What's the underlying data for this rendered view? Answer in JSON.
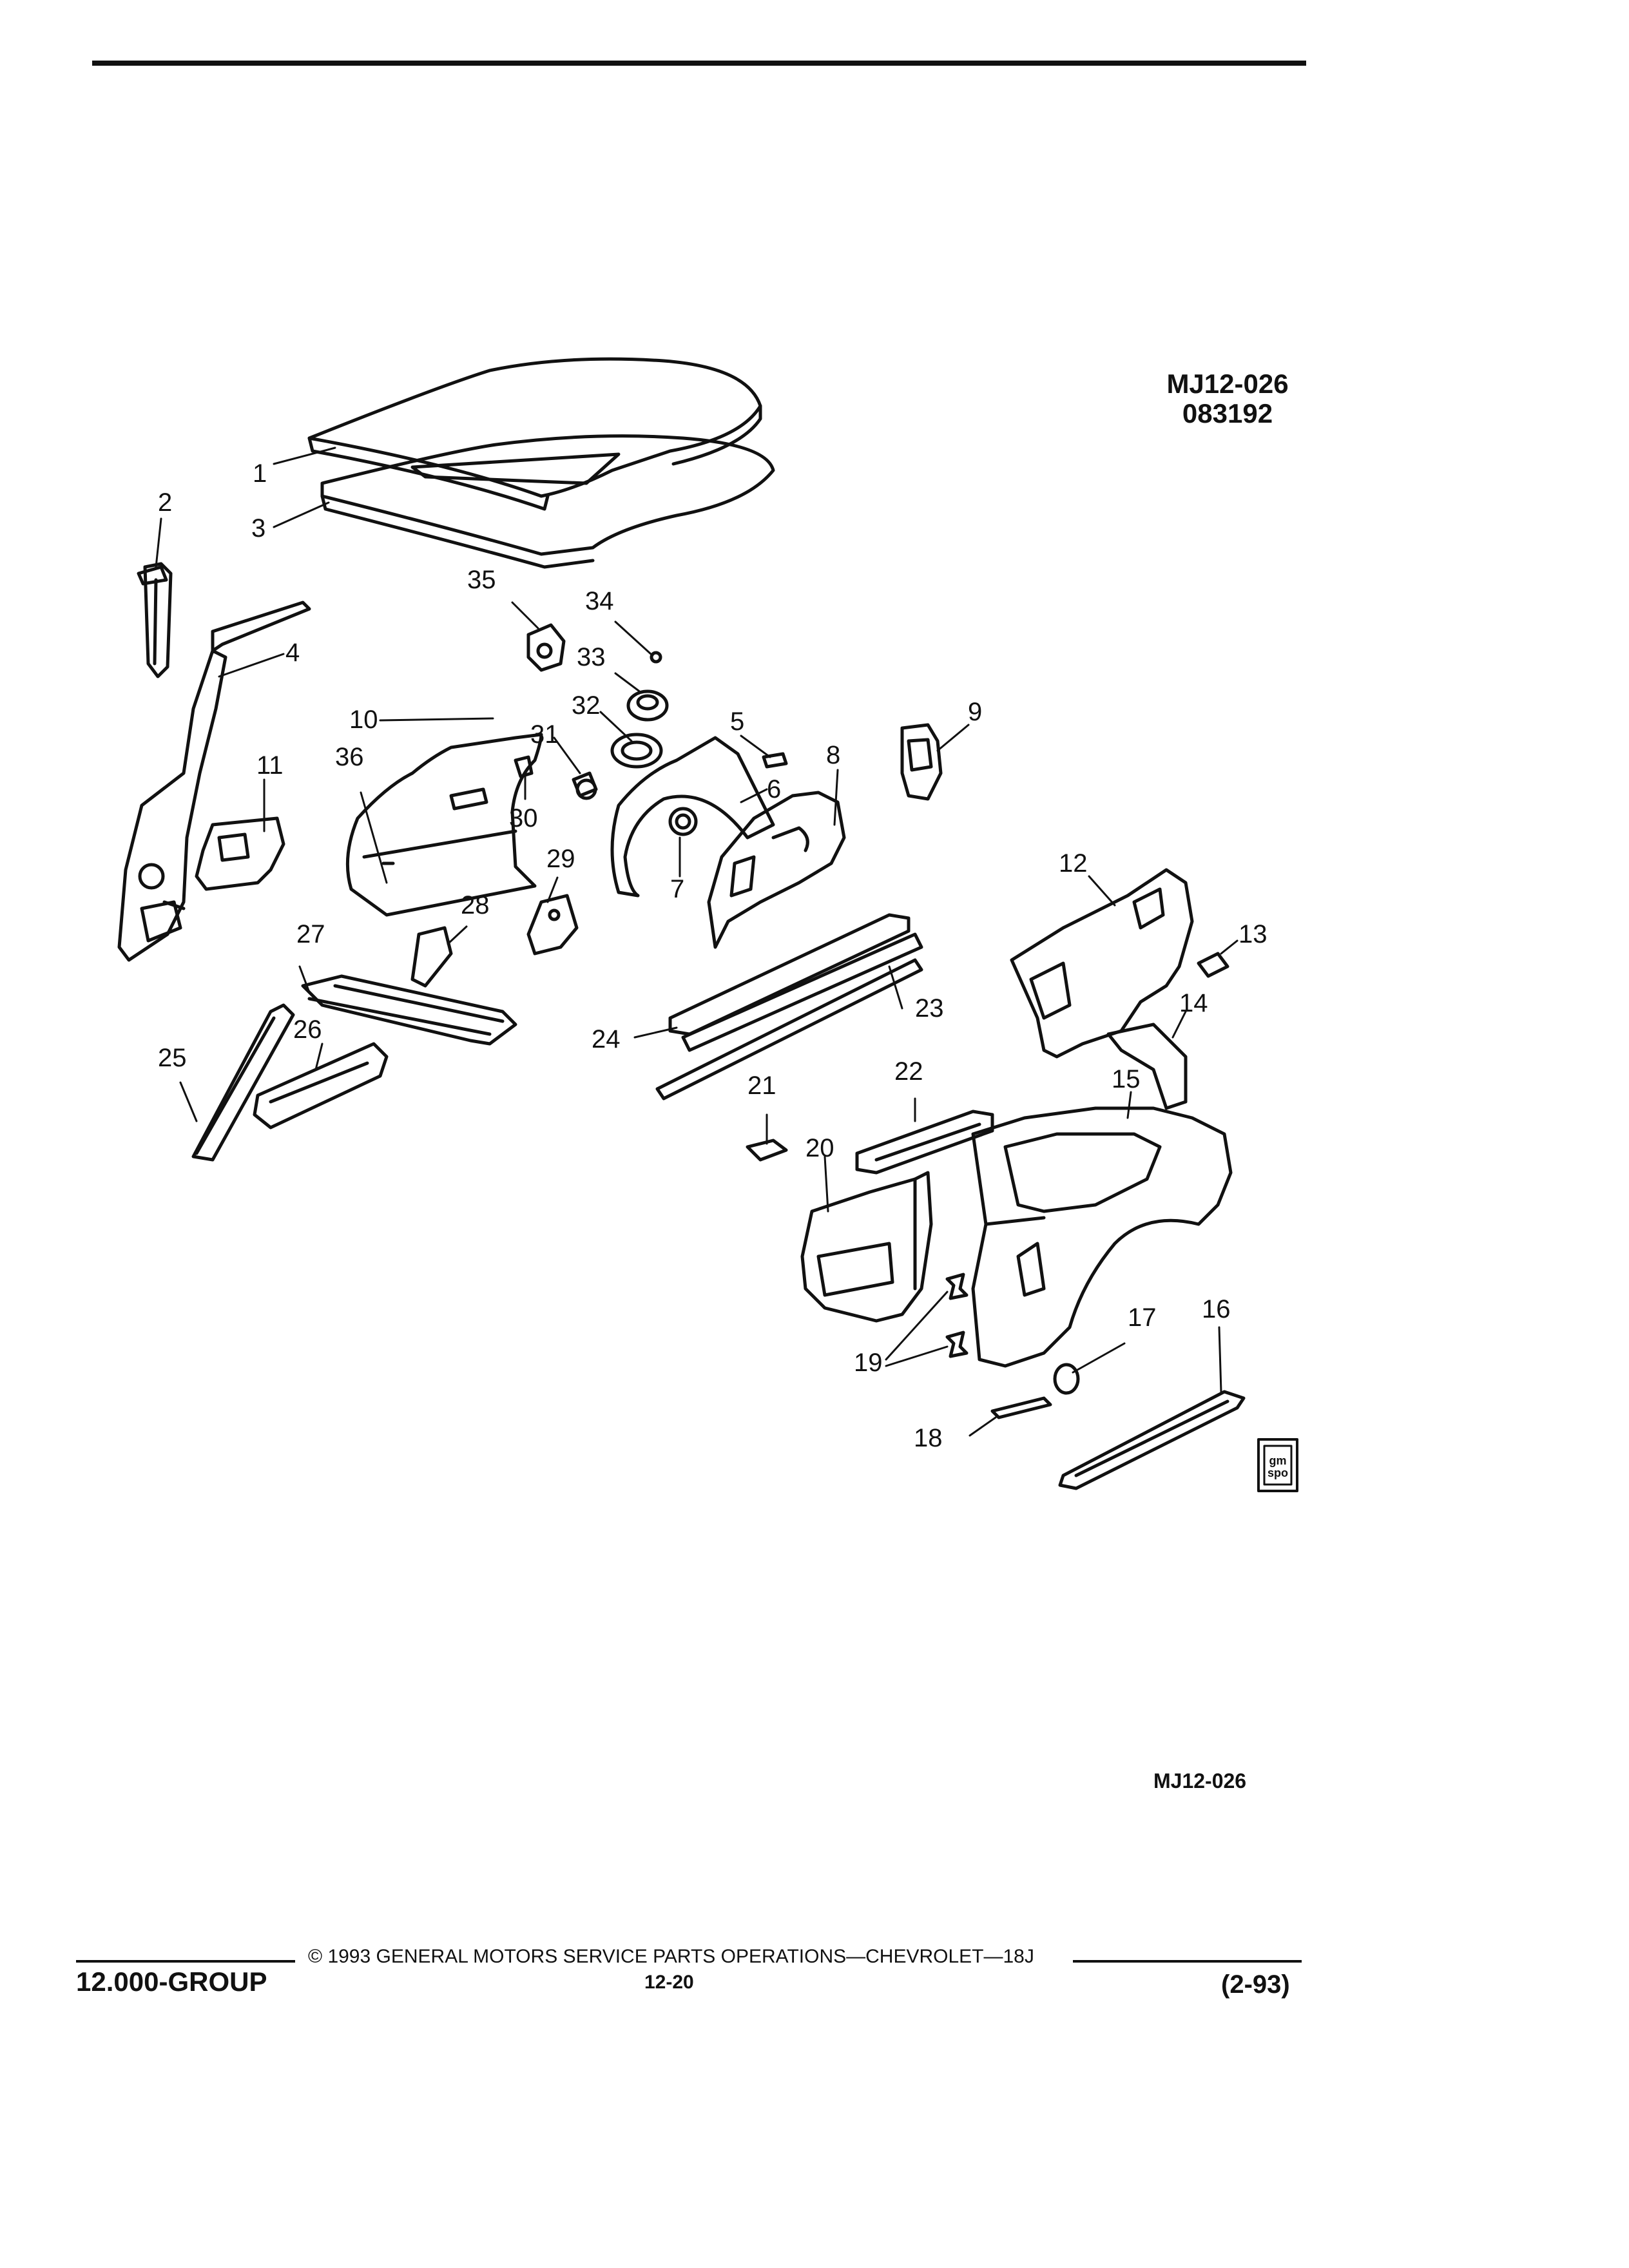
{
  "diagram": {
    "codes": {
      "line1": "MJ12-026",
      "line2": "083192",
      "bottom": "MJ12-026"
    },
    "logo_text": "gm spo",
    "callouts": [
      "1",
      "2",
      "3",
      "4",
      "5",
      "6",
      "7",
      "8",
      "9",
      "10",
      "11",
      "12",
      "13",
      "14",
      "15",
      "16",
      "17",
      "18",
      "19",
      "20",
      "21",
      "22",
      "23",
      "24",
      "25",
      "26",
      "27",
      "28",
      "29",
      "30",
      "31",
      "32",
      "33",
      "34",
      "35",
      "36"
    ]
  },
  "footer": {
    "group": "12.000-GROUP",
    "copyright": "© 1993 GENERAL MOTORS SERVICE PARTS OPERATIONS—CHEVROLET—18J",
    "page": "12-20",
    "date": "(2-93)"
  }
}
